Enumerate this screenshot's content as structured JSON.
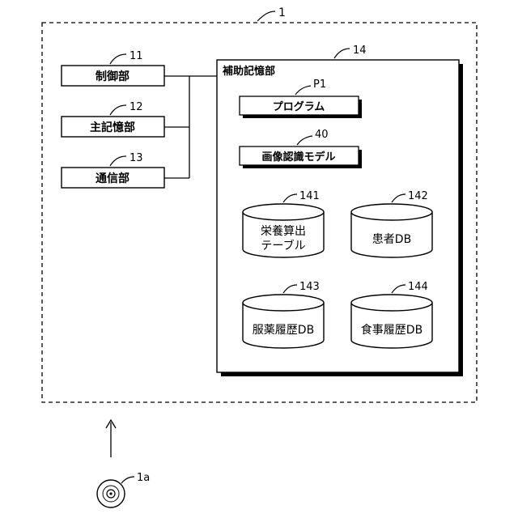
{
  "device": {
    "ref": "1",
    "control_unit": {
      "label": "制御部",
      "ref": "11"
    },
    "main_storage": {
      "label": "主記憶部",
      "ref": "12"
    },
    "communication": {
      "label": "通信部",
      "ref": "13"
    },
    "aux_storage": {
      "label": "補助記憶部",
      "ref": "14",
      "program": {
        "label": "プログラム",
        "ref": "P1"
      },
      "model": {
        "label": "画像認識モデル",
        "ref": "40"
      },
      "databases": [
        {
          "line1": "栄養算出",
          "line2": "テーブル",
          "ref": "141"
        },
        {
          "line1": "患者DB",
          "line2": "",
          "ref": "142"
        },
        {
          "line1": "服薬履歴DB",
          "line2": "",
          "ref": "143"
        },
        {
          "line1": "食事履歴DB",
          "line2": "",
          "ref": "144"
        }
      ]
    }
  },
  "media": {
    "ref": "1a"
  }
}
